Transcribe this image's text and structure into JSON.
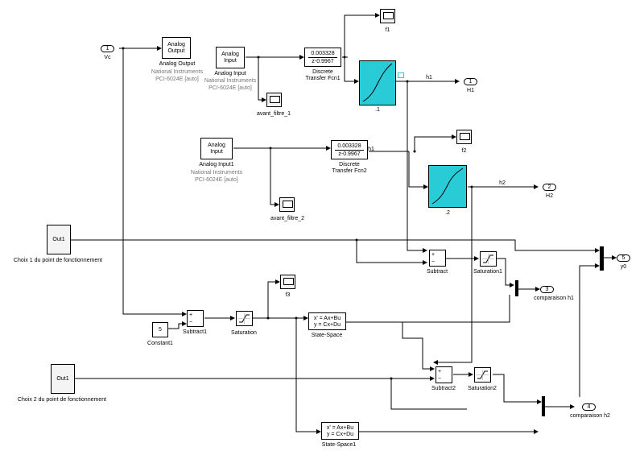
{
  "blocks": {
    "vc_in": {
      "port": "1",
      "label": "Vc"
    },
    "analog_output": {
      "l1": "Analog",
      "l2": "Output",
      "name": "Analog Output",
      "dev1": "National Instruments",
      "dev2": "PCI-6024E [auto]"
    },
    "analog_input": {
      "l1": "Analog",
      "l2": "Input",
      "name": "Analog Input",
      "dev1": "National Instruments",
      "dev2": "PCI-6024E [auto]"
    },
    "analog_input1": {
      "l1": "Analog",
      "l2": "Input",
      "name": "Analog Input1",
      "dev1": "National Instruments",
      "dev2": "PCI-6024E [auto]"
    },
    "dtf1": {
      "num": "0.003328",
      "den": "z-0.9967",
      "name1": "Discrete",
      "name2": "Transfer Fcn1"
    },
    "dtf2": {
      "num": "0.003328",
      "den": "z-0.9967",
      "name1": "Discrete",
      "name2": "Transfer Fcn2"
    },
    "scope_f1": "f1",
    "scope_f2": "f2",
    "scope_f3": "f3",
    "scope_av1": "avant_filtre_1",
    "scope_av2": "avant_filtre_2",
    "lookup1": ".1",
    "lookup2": ".2",
    "h1_out": {
      "port": "1",
      "label": "H1",
      "signal": "h1"
    },
    "h2_out": {
      "port": "2",
      "label": "H2",
      "signal": "h2"
    },
    "h1_mid_signal": "h1",
    "y0_out": {
      "port": "5",
      "label": "y0"
    },
    "comp_h1_out": {
      "port": "3",
      "label": "comparaison h1"
    },
    "comp_h2_out": {
      "port": "4",
      "label": "comparaison h2"
    },
    "choix1": {
      "inner": "Out1",
      "label": "Choix 1 du point de fonctionnement"
    },
    "choix2": {
      "inner": "Out1",
      "label": "Choix 2 du point de fonctionnement"
    },
    "subtract": {
      "name": "Subtract",
      "plus": "+",
      "minus": "−"
    },
    "subtract1": {
      "name": "Subtract1",
      "plus": "+",
      "minus": "−"
    },
    "subtract2": {
      "name": "Subtract2",
      "plus": "+",
      "minus": "−"
    },
    "saturation": "Saturation",
    "saturation1": "Saturation1",
    "saturation2": "Saturation2",
    "constant1": {
      "value": "5",
      "name": "Constant1"
    },
    "state_space": {
      "l1": "x' = Ax+Bu",
      "l2": "y = Cx+Du",
      "name": "State-Space"
    },
    "state_space1": {
      "l1": "x' = Ax+Bu",
      "l2": "y = Cx+Du",
      "name": "State-Space1"
    }
  }
}
